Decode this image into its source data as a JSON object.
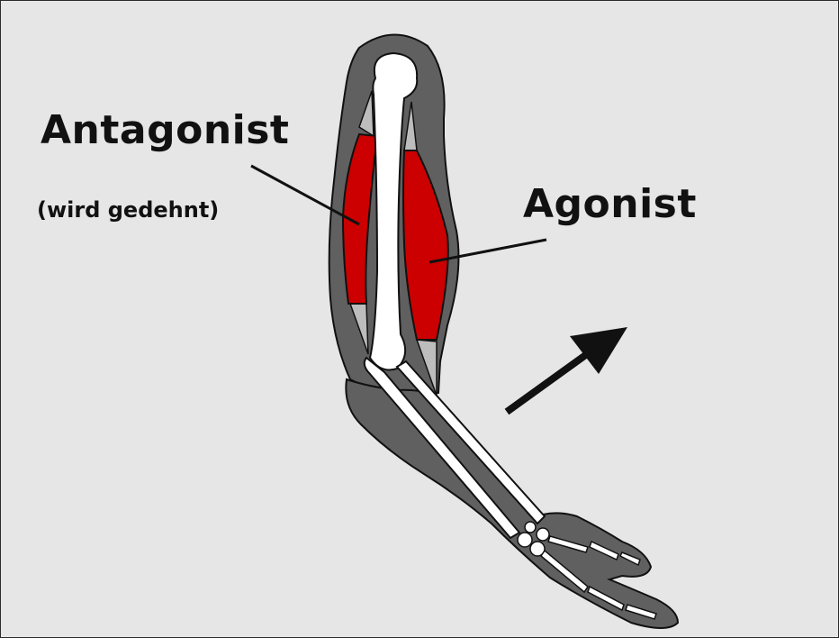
{
  "labels": {
    "antagonist": "Antagonist",
    "antagonist_note": "(wird gedehnt)",
    "agonist": "Agonist"
  },
  "colors": {
    "background": "#e6e6e6",
    "arm_skin": "#606060",
    "bone": "#ffffff",
    "muscle": "#cc0000",
    "tendon": "#bdbdbd",
    "outline": "#111111"
  },
  "icons": {
    "direction_arrow": "arrow-up-right-icon"
  }
}
